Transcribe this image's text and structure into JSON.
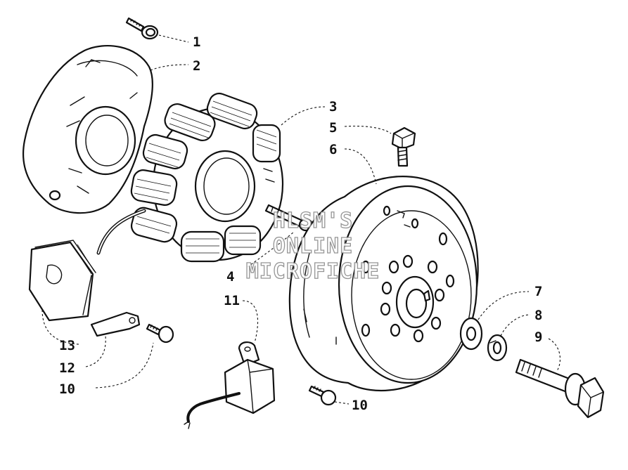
{
  "callouts": [
    {
      "id": "c1",
      "label": "1"
    },
    {
      "id": "c2",
      "label": "2"
    },
    {
      "id": "c3",
      "label": "3"
    },
    {
      "id": "c4",
      "label": "4"
    },
    {
      "id": "c5",
      "label": "5"
    },
    {
      "id": "c6",
      "label": "6"
    },
    {
      "id": "c7",
      "label": "7"
    },
    {
      "id": "c8",
      "label": "8"
    },
    {
      "id": "c9",
      "label": "9"
    },
    {
      "id": "c10a",
      "label": "10"
    },
    {
      "id": "c10b",
      "label": "10"
    },
    {
      "id": "c11",
      "label": "11"
    },
    {
      "id": "c12",
      "label": "12"
    },
    {
      "id": "c13",
      "label": "13"
    }
  ],
  "watermark": {
    "line1": "HLSM'S",
    "line2": "ONLINE",
    "line3": "MICROFICHE"
  }
}
